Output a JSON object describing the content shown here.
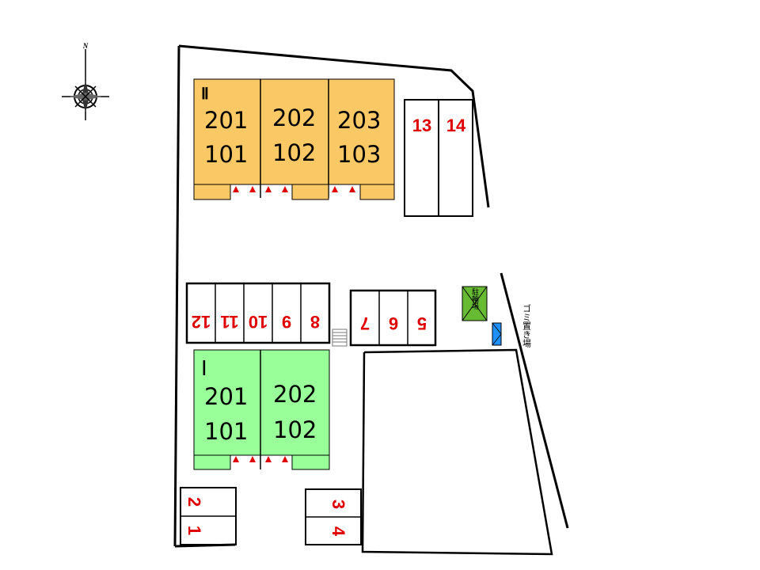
{
  "compass": {
    "north_label": "N",
    "icon": "compass-rose-icon"
  },
  "building_2": {
    "label": "Ⅱ",
    "units": [
      {
        "upper": "201",
        "lower": "101"
      },
      {
        "upper": "202",
        "lower": "102"
      },
      {
        "upper": "203",
        "lower": "103"
      }
    ],
    "color": "#fac864"
  },
  "building_1": {
    "label": "Ⅰ",
    "units": [
      {
        "upper": "201",
        "lower": "101"
      },
      {
        "upper": "202",
        "lower": "102"
      }
    ],
    "color": "#99ff99"
  },
  "parking": {
    "color": "#e00000",
    "spaces_13_14": [
      "13",
      "14"
    ],
    "spaces_8_12": [
      "12",
      "11",
      "10",
      "9",
      "8"
    ],
    "spaces_5_7": [
      "7",
      "6",
      "5"
    ],
    "spaces_1_2": [
      "2",
      "1"
    ],
    "spaces_3_4": [
      "3",
      "4"
    ]
  },
  "bike_parking": {
    "label": "駐輪場",
    "color": "#66bb33"
  },
  "garbage": {
    "label": "ゴミ置き場",
    "color": "#1e90ff"
  },
  "entrance_marker": {
    "icon": "entrance-triangle-icon",
    "color": "#e00000"
  }
}
